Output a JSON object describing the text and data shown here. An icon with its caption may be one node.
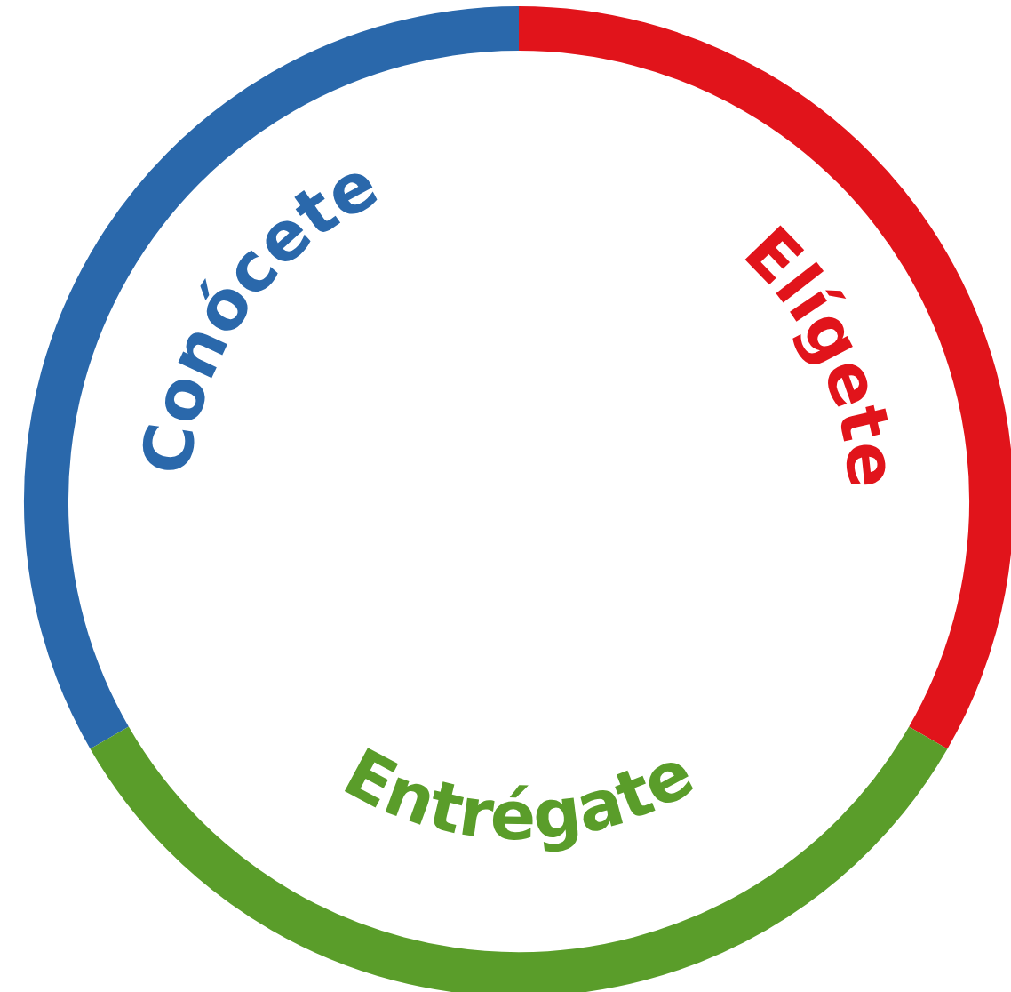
{
  "diagram": {
    "nodes": [
      {
        "text": [
          "Conócete"
        ]
      },
      {
        "text": [
          "Elígete"
        ]
      },
      {
        "text": [
          "Entrégate"
        ]
      }
    ]
  }
}
